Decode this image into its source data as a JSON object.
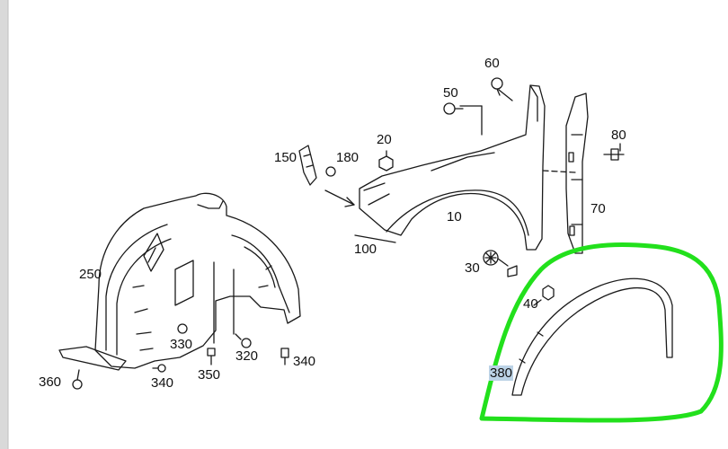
{
  "callouts": {
    "p10": "10",
    "p20": "20",
    "p30": "30",
    "p40": "40",
    "p50": "50",
    "p60": "60",
    "p70": "70",
    "p80": "80",
    "p100": "100",
    "p150": "150",
    "p180": "180",
    "p250": "250",
    "p320": "320",
    "p330": "330",
    "p340a": "340",
    "p340b": "340",
    "p350": "350",
    "p360": "360",
    "p380": "380"
  },
  "highlighted_callout": "380",
  "colors": {
    "line": "#1a1a1a",
    "highlight_circle": "#22e01c",
    "highlight_label_bg": "#bcd3e6"
  }
}
